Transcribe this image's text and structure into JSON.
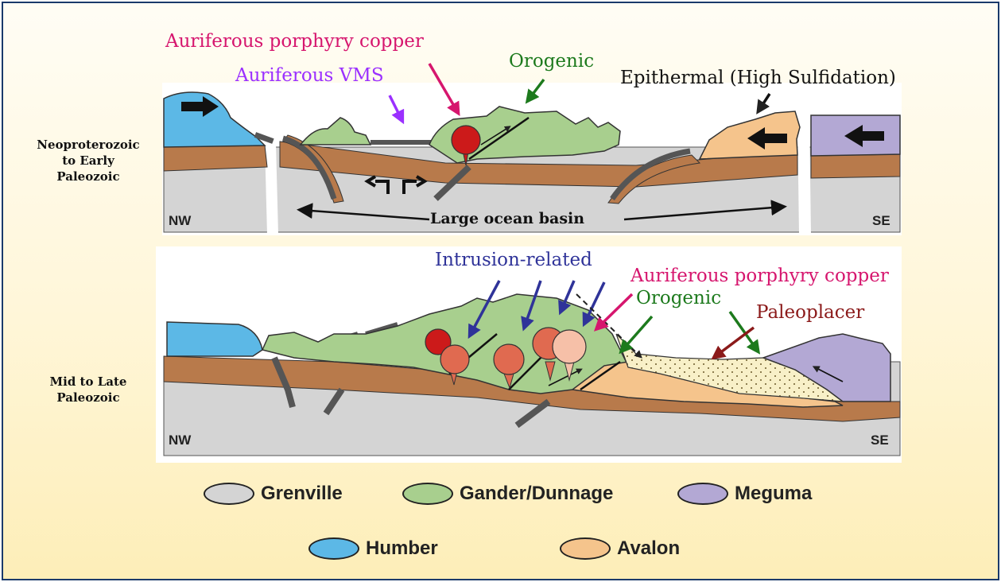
{
  "panels": {
    "top": {
      "side_label_lines": [
        "Neoproterozoic",
        "to Early",
        "Paleozoic"
      ],
      "left_dir": "NW",
      "right_dir": "SE",
      "basin_label": "Large ocean basin"
    },
    "bottom": {
      "side_label_lines": [
        "Mid to Late",
        "Paleozoic"
      ],
      "left_dir": "NW",
      "right_dir": "SE"
    }
  },
  "annotations": {
    "top": {
      "porphyry": "Auriferous porphyry copper",
      "vms": "Auriferous VMS",
      "orogenic": "Orogenic",
      "epithermal": "Epithermal (High Sulfidation)"
    },
    "bottom": {
      "intrusion": "Intrusion-related",
      "porphyry": "Auriferous porphyry copper",
      "orogenic": "Orogenic",
      "paleoplacer": "Paleoplacer"
    }
  },
  "colors": {
    "grenville": "#d4d4d4",
    "gander": "#a8cf8e",
    "meguma": "#b3a8d4",
    "humber": "#5cb8e6",
    "avalon": "#f5c48c",
    "crust": "#b87a4b",
    "porphyry_red": "#cc1a1a",
    "porphyry_arrow": "#d6166e",
    "vms_arrow": "#9b30ff",
    "orogenic_arrow": "#1d7a1d",
    "intrusion_arrow": "#2f3399",
    "paleoplacer_arrow": "#8b1a1a"
  },
  "legend": [
    {
      "label": "Grenville",
      "color_key": "grenville"
    },
    {
      "label": "Gander/Dunnage",
      "color_key": "gander"
    },
    {
      "label": "Meguma",
      "color_key": "meguma"
    },
    {
      "label": "Humber",
      "color_key": "humber"
    },
    {
      "label": "Avalon",
      "color_key": "avalon"
    }
  ]
}
